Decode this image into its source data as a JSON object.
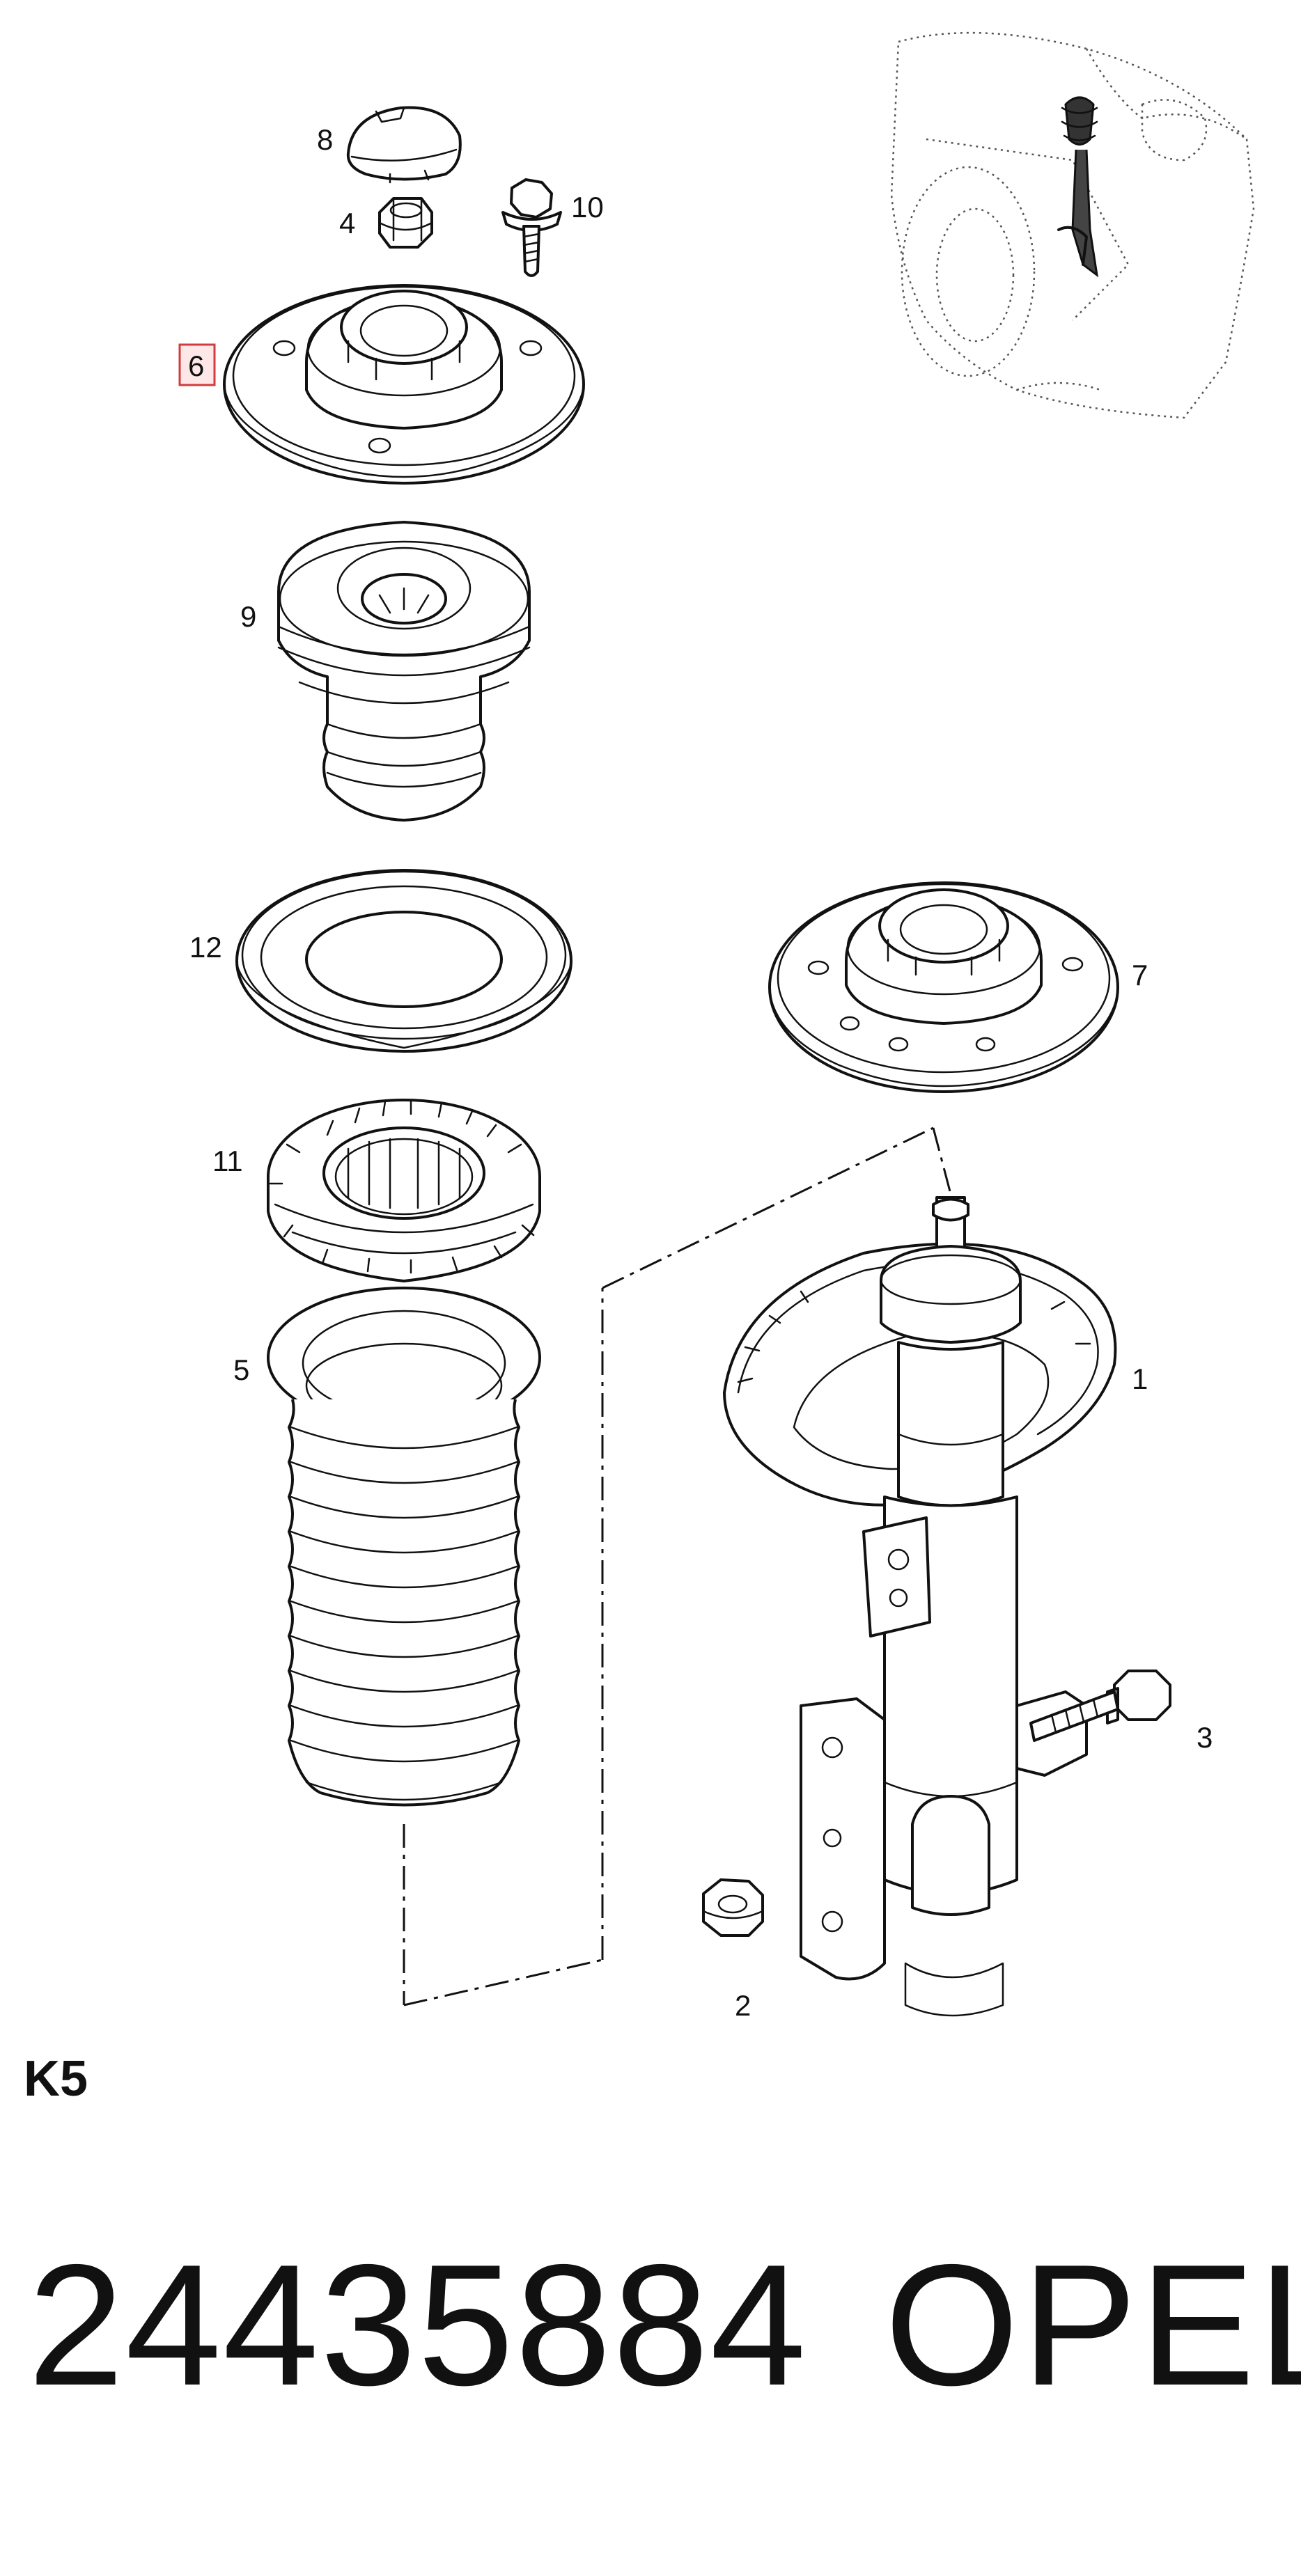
{
  "diagram": {
    "callouts": [
      {
        "id": "8",
        "label": "8"
      },
      {
        "id": "4",
        "label": "4"
      },
      {
        "id": "10",
        "label": "10"
      },
      {
        "id": "6",
        "label": "6",
        "highlighted": true
      },
      {
        "id": "9",
        "label": "9"
      },
      {
        "id": "12",
        "label": "12"
      },
      {
        "id": "7",
        "label": "7"
      },
      {
        "id": "11",
        "label": "11"
      },
      {
        "id": "5",
        "label": "5"
      },
      {
        "id": "1",
        "label": "1"
      },
      {
        "id": "3",
        "label": "3"
      },
      {
        "id": "2",
        "label": "2"
      }
    ],
    "highlight_color": "#d23c3c",
    "line_color": "#111111"
  },
  "footer": {
    "code": "K5",
    "part_number": "24435884",
    "brand": "OPEL"
  }
}
